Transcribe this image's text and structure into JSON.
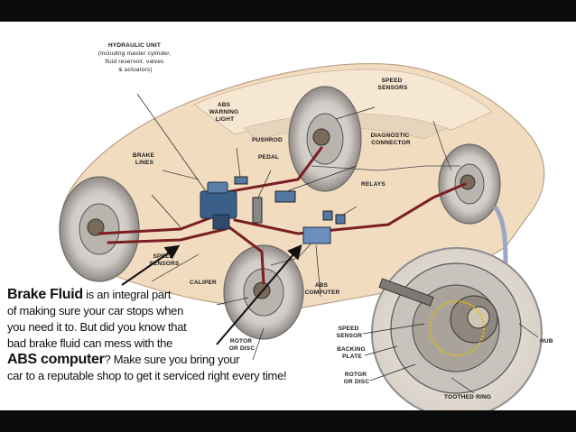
{
  "labels": {
    "hydraulic_unit": [
      "HYDRAULIC UNIT",
      "(including master cylinder,",
      "fluid reservoir, valves",
      "& actuators)"
    ],
    "speed_sensors_top": [
      "SPEED",
      "SENSORS"
    ],
    "abs_warning_light": [
      "ABS",
      "WARNING",
      "LIGHT"
    ],
    "pushrod": "PUSHROD",
    "diagnostic_connector": [
      "DIAGNOSTIC",
      "CONNECTOR"
    ],
    "brake_lines": [
      "BRAKE",
      "LINES"
    ],
    "pedal": "PEDAL",
    "relays": "RELAYS",
    "speed_sensors_left": [
      "SPEED",
      "SENSORS"
    ],
    "caliper": "CALIPER",
    "abs_computer": [
      "ABS",
      "COMPUTER"
    ],
    "rotor_or_disc_center": [
      "ROTOR",
      "OR DISC"
    ],
    "speed_sensor_inset": [
      "SPEED",
      "SENSOR"
    ],
    "backing_plate": [
      "BACKING",
      "PLATE"
    ],
    "rotor_or_disc_inset": [
      "ROTOR",
      "OR DISC"
    ],
    "hub": "HUB",
    "toothed_ring": "TOOTHED RING"
  },
  "caption": {
    "term1": "Brake Fluid",
    "line1_rest": " is an integral part",
    "line2": "of making sure your car stops when",
    "line3": "you need it to.  But did you know that",
    "line4": "bad brake fluid can mess with the",
    "term2": "ABS computer",
    "line5_rest": "? Make sure you bring your",
    "line6": "car to a reputable shop to get it serviced right every time!"
  },
  "colors": {
    "brake_line": "#7a1e22",
    "car_body": "#f1dcc0",
    "arrow": "#111111"
  }
}
